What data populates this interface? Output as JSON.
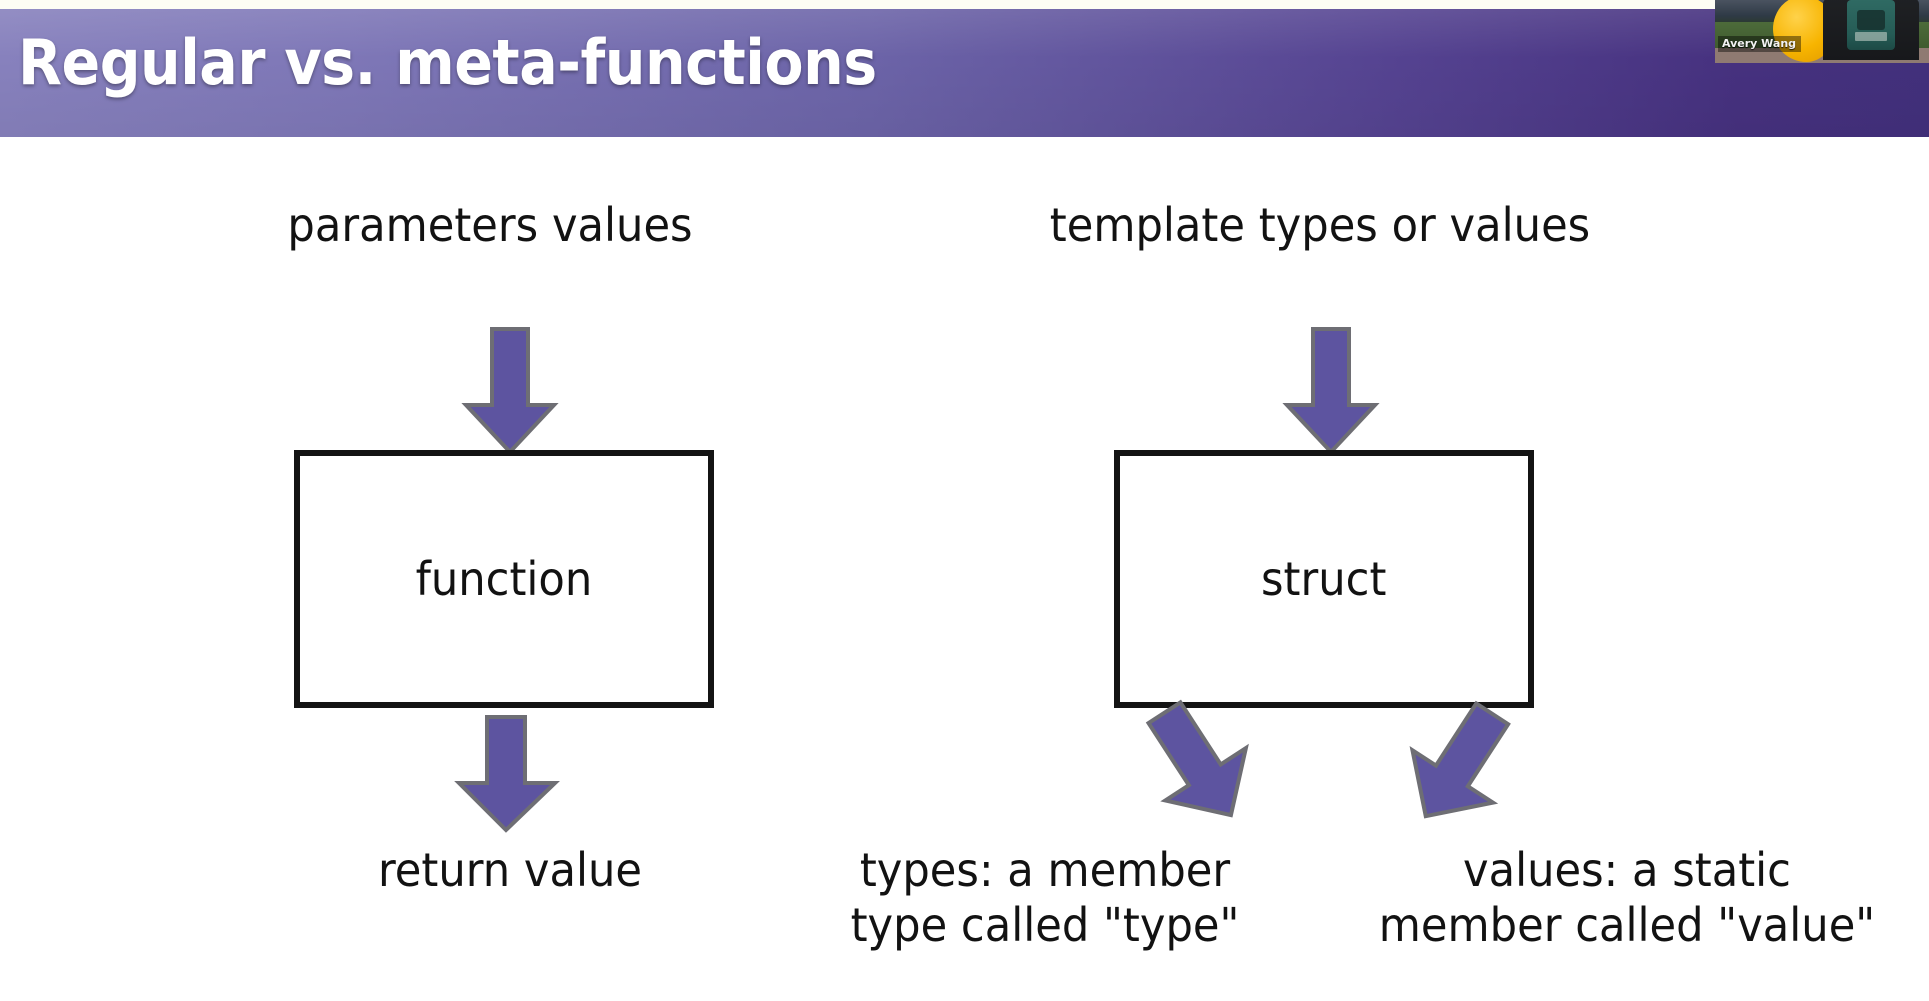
{
  "slide": {
    "title": "Regular vs. meta-functions",
    "background_color": "#ffffff",
    "banner_gradient_from": "#8781bd",
    "banner_gradient_to": "#42307c",
    "title_color": "#ffffff"
  },
  "webcam": {
    "participant_name": "Avery Wang"
  },
  "diagram": {
    "arrow_fill": "#5d54a0",
    "arrow_stroke": "#6b6b6b",
    "box_border": "#141414",
    "text_color": "#121212",
    "left_column": {
      "input_label": "parameters values",
      "box_label": "function",
      "output_label": "return value"
    },
    "right_column": {
      "input_label": "template types or values",
      "box_label": "struct",
      "output_left_line1": "types: a member",
      "output_left_line2": "type called \"type\"",
      "output_right_line1": "values: a static",
      "output_right_line2": "member called \"value\""
    }
  }
}
